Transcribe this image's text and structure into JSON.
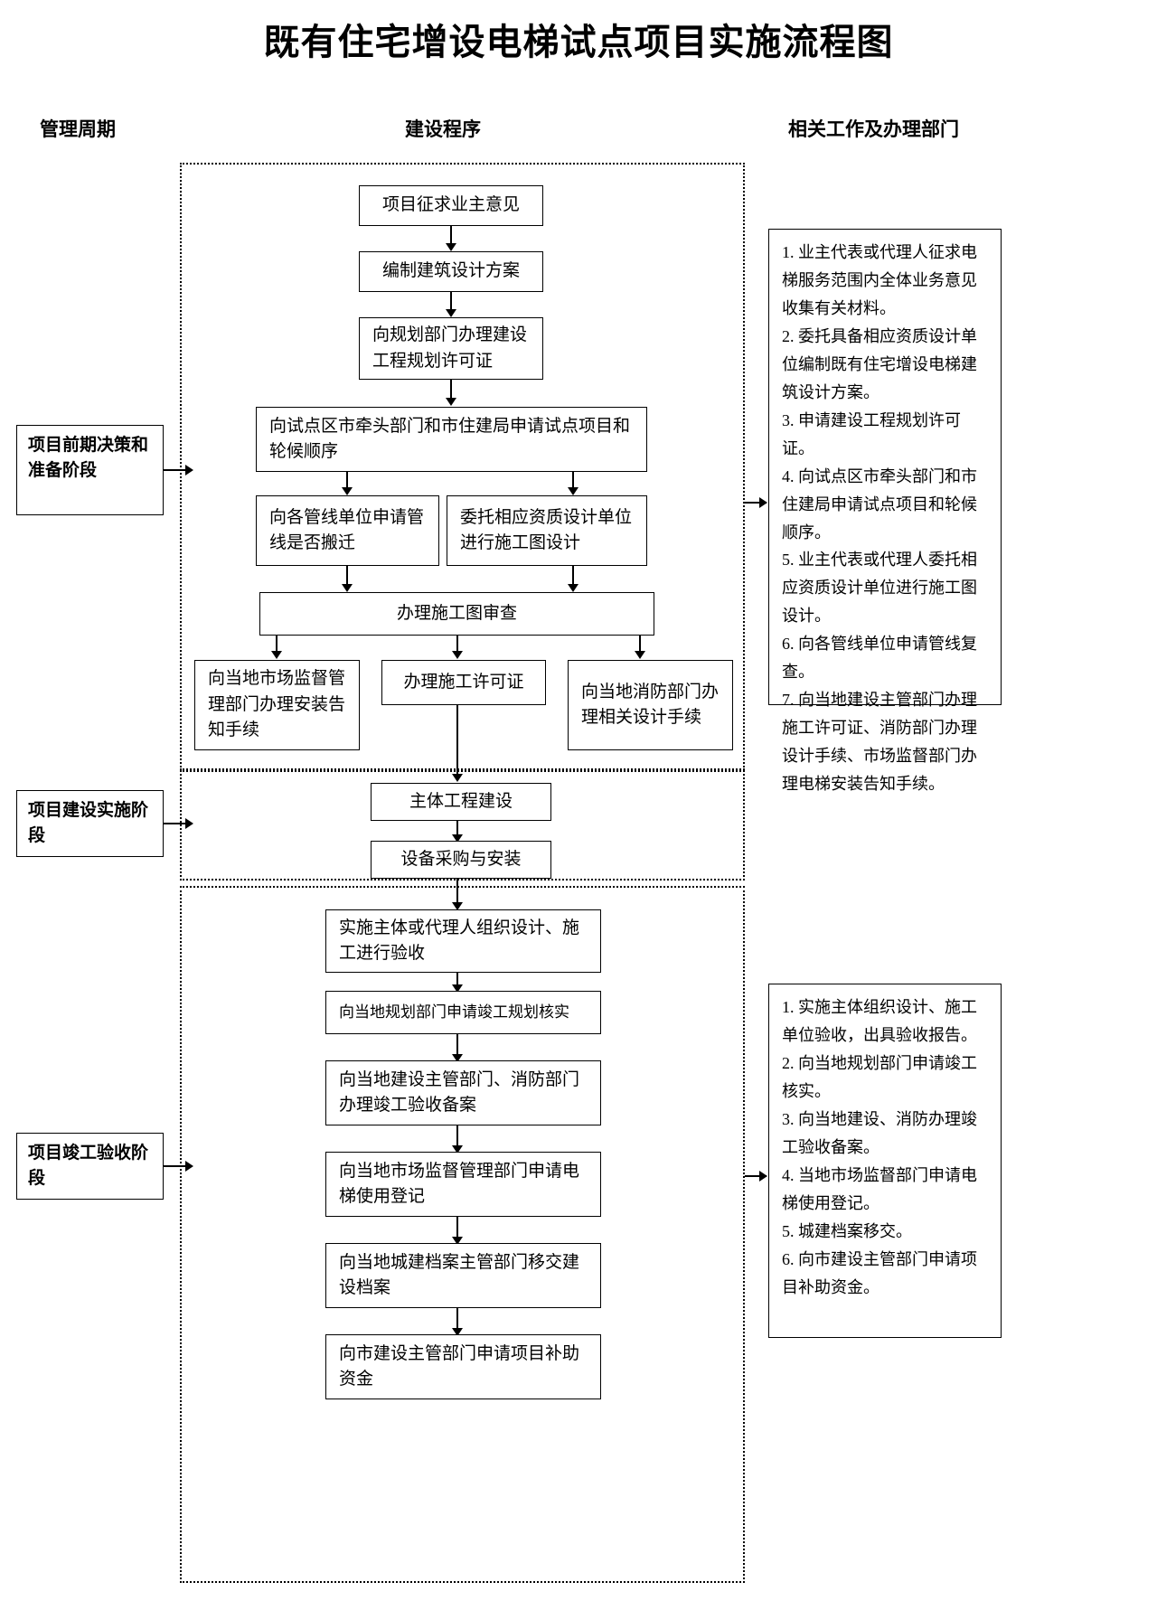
{
  "title": "既有住宅增设电梯试点项目实施流程图",
  "headers": {
    "left": "管理周期",
    "middle": "建设程序",
    "right": "相关工作及办理部门"
  },
  "stages": [
    {
      "label": "项目前期决策和准备阶段"
    },
    {
      "label": "项目建设实施阶段"
    },
    {
      "label": "项目竣工验收阶段"
    }
  ],
  "nodes": {
    "n1": "项目征求业主意见",
    "n2": "编制建筑设计方案",
    "n3": "向规划部门办理建设工程规划许可证",
    "n4": "向试点区市牵头部门和市住建局申请试点项目和轮候顺序",
    "n5": "向各管线单位申请管线是否搬迁",
    "n6": "委托相应资质设计单位进行施工图设计",
    "n7": "办理施工图审查",
    "n8": "向当地市场监督管理部门办理安装告知手续",
    "n9": "办理施工许可证",
    "n10": "向当地消防部门办理相关设计手续",
    "n11": "主体工程建设",
    "n12": "设备采购与安装",
    "n13": "实施主体或代理人组织设计、施工进行验收",
    "n14": "向当地规划部门申请竣工规划核实",
    "n15": "向当地建设主管部门、消防部门办理竣工验收备案",
    "n16": "向当地市场监督管理部门申请电梯使用登记",
    "n17": "向当地城建档案主管部门移交建设档案",
    "n18": "向市建设主管部门申请项目补助资金"
  },
  "panel1": {
    "items": [
      "1. 业主代表或代理人征求电梯服务范围内全体业务意见收集有关材料。",
      "2. 委托具备相应资质设计单位编制既有住宅增设电梯建筑设计方案。",
      "3. 申请建设工程规划许可证。",
      "4. 向试点区市牵头部门和市住建局申请试点项目和轮候顺序。",
      "5. 业主代表或代理人委托相应资质设计单位进行施工图设计。",
      "6. 向各管线单位申请管线复查。",
      "7. 向当地建设主管部门办理施工许可证、消防部门办理设计手续、市场监督部门办理电梯安装告知手续。"
    ]
  },
  "panel2": {
    "items": [
      "1. 实施主体组织设计、施工单位验收，出具验收报告。",
      "2. 向当地规划部门申请竣工核实。",
      "3. 向当地建设、消防办理竣工验收备案。",
      "4. 当地市场监督部门申请电梯使用登记。",
      "5. 城建档案移交。",
      "6. 向市建设主管部门申请项目补助资金。"
    ]
  },
  "colors": {
    "stroke": "#000000",
    "background": "#ffffff"
  }
}
